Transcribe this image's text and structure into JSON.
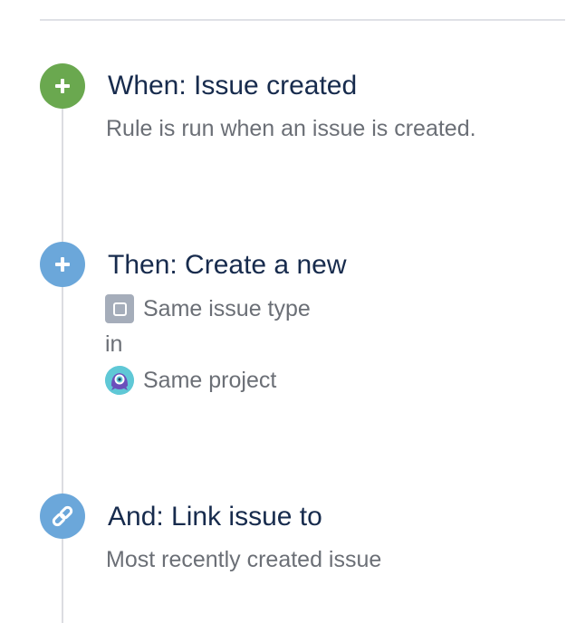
{
  "steps": [
    {
      "type": "trigger",
      "color": "#6aa84f",
      "icon": "plus-icon",
      "title": "When: Issue created",
      "description": "Rule is run when an issue is created."
    },
    {
      "type": "action",
      "color": "#6ba7da",
      "icon": "plus-icon",
      "title": "Then: Create a new",
      "details": {
        "issue_type": {
          "icon": "issue-type-icon",
          "label": "Same issue type"
        },
        "connector": "in",
        "project": {
          "icon": "project-avatar-icon",
          "label": "Same project"
        }
      }
    },
    {
      "type": "action",
      "color": "#6ba7da",
      "icon": "link-icon",
      "title": "And: Link issue to",
      "description": "Most recently created issue"
    }
  ]
}
